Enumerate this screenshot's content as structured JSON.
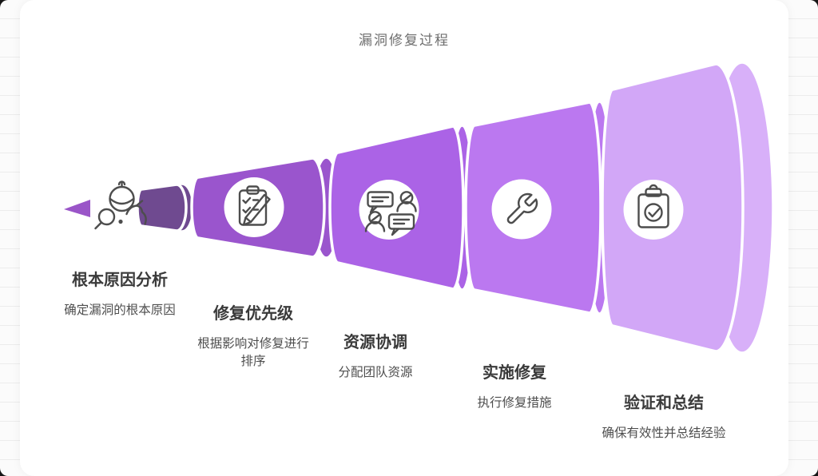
{
  "title": "漏洞修复过程",
  "colors": {
    "tip": "#9a55c8",
    "icon_stroke": "#4d4d4d",
    "circle_bg": "#ffffff",
    "title_text": "#6e6e6e",
    "stage_name_text": "#3a3a3a",
    "stage_desc_text": "#4e4e4e"
  },
  "stages": [
    {
      "name": "根本原因分析",
      "description": "确定漏洞的根本原因",
      "icon": "bug-search-icon",
      "color": "#6f4a90",
      "cap_color": "#6f4a90"
    },
    {
      "name": "修复优先级",
      "description": "根据影响对修复进行排序",
      "icon": "checklist-pencil-icon",
      "color": "#9a55cd",
      "cap_color": "#9a55cd"
    },
    {
      "name": "资源协调",
      "description": "分配团队资源",
      "icon": "team-discussion-icon",
      "color": "#ab63e6",
      "cap_color": "#ab63e6"
    },
    {
      "name": "实施修复",
      "description": "执行修复措施",
      "icon": "wrench-icon",
      "color": "#bb78f0",
      "cap_color": "#bb78f0"
    },
    {
      "name": "验证和总结",
      "description": "确保有效性并总结经验",
      "icon": "clipboard-check-icon",
      "color": "#d2a7f7",
      "cap_color": "#d8b0f9"
    }
  ]
}
